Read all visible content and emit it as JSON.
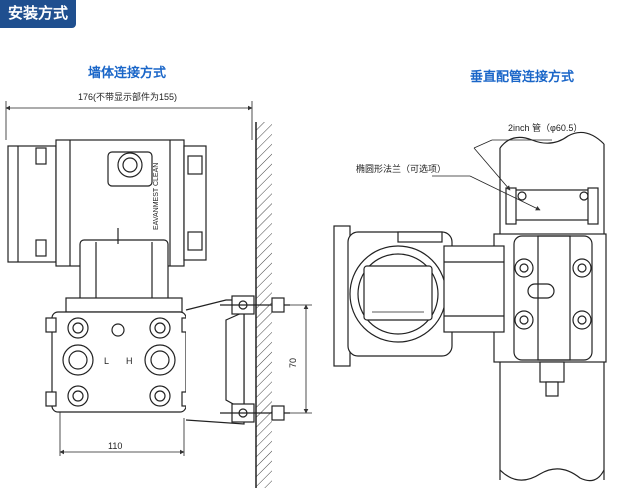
{
  "title": "安装方式",
  "left_heading": "墙体连接方式",
  "right_heading": "垂直配管连接方式",
  "dims": {
    "width_top": "176(不带显示部件为155)",
    "width_bottom": "110",
    "height_right": "70"
  },
  "right_labels": {
    "pipe": "2inch 管（φ60.5）",
    "flange": "椭圆形法兰（可选项）"
  },
  "engraving": "EAVANMEST CLEAN",
  "port_letters": [
    "L",
    "H"
  ]
}
